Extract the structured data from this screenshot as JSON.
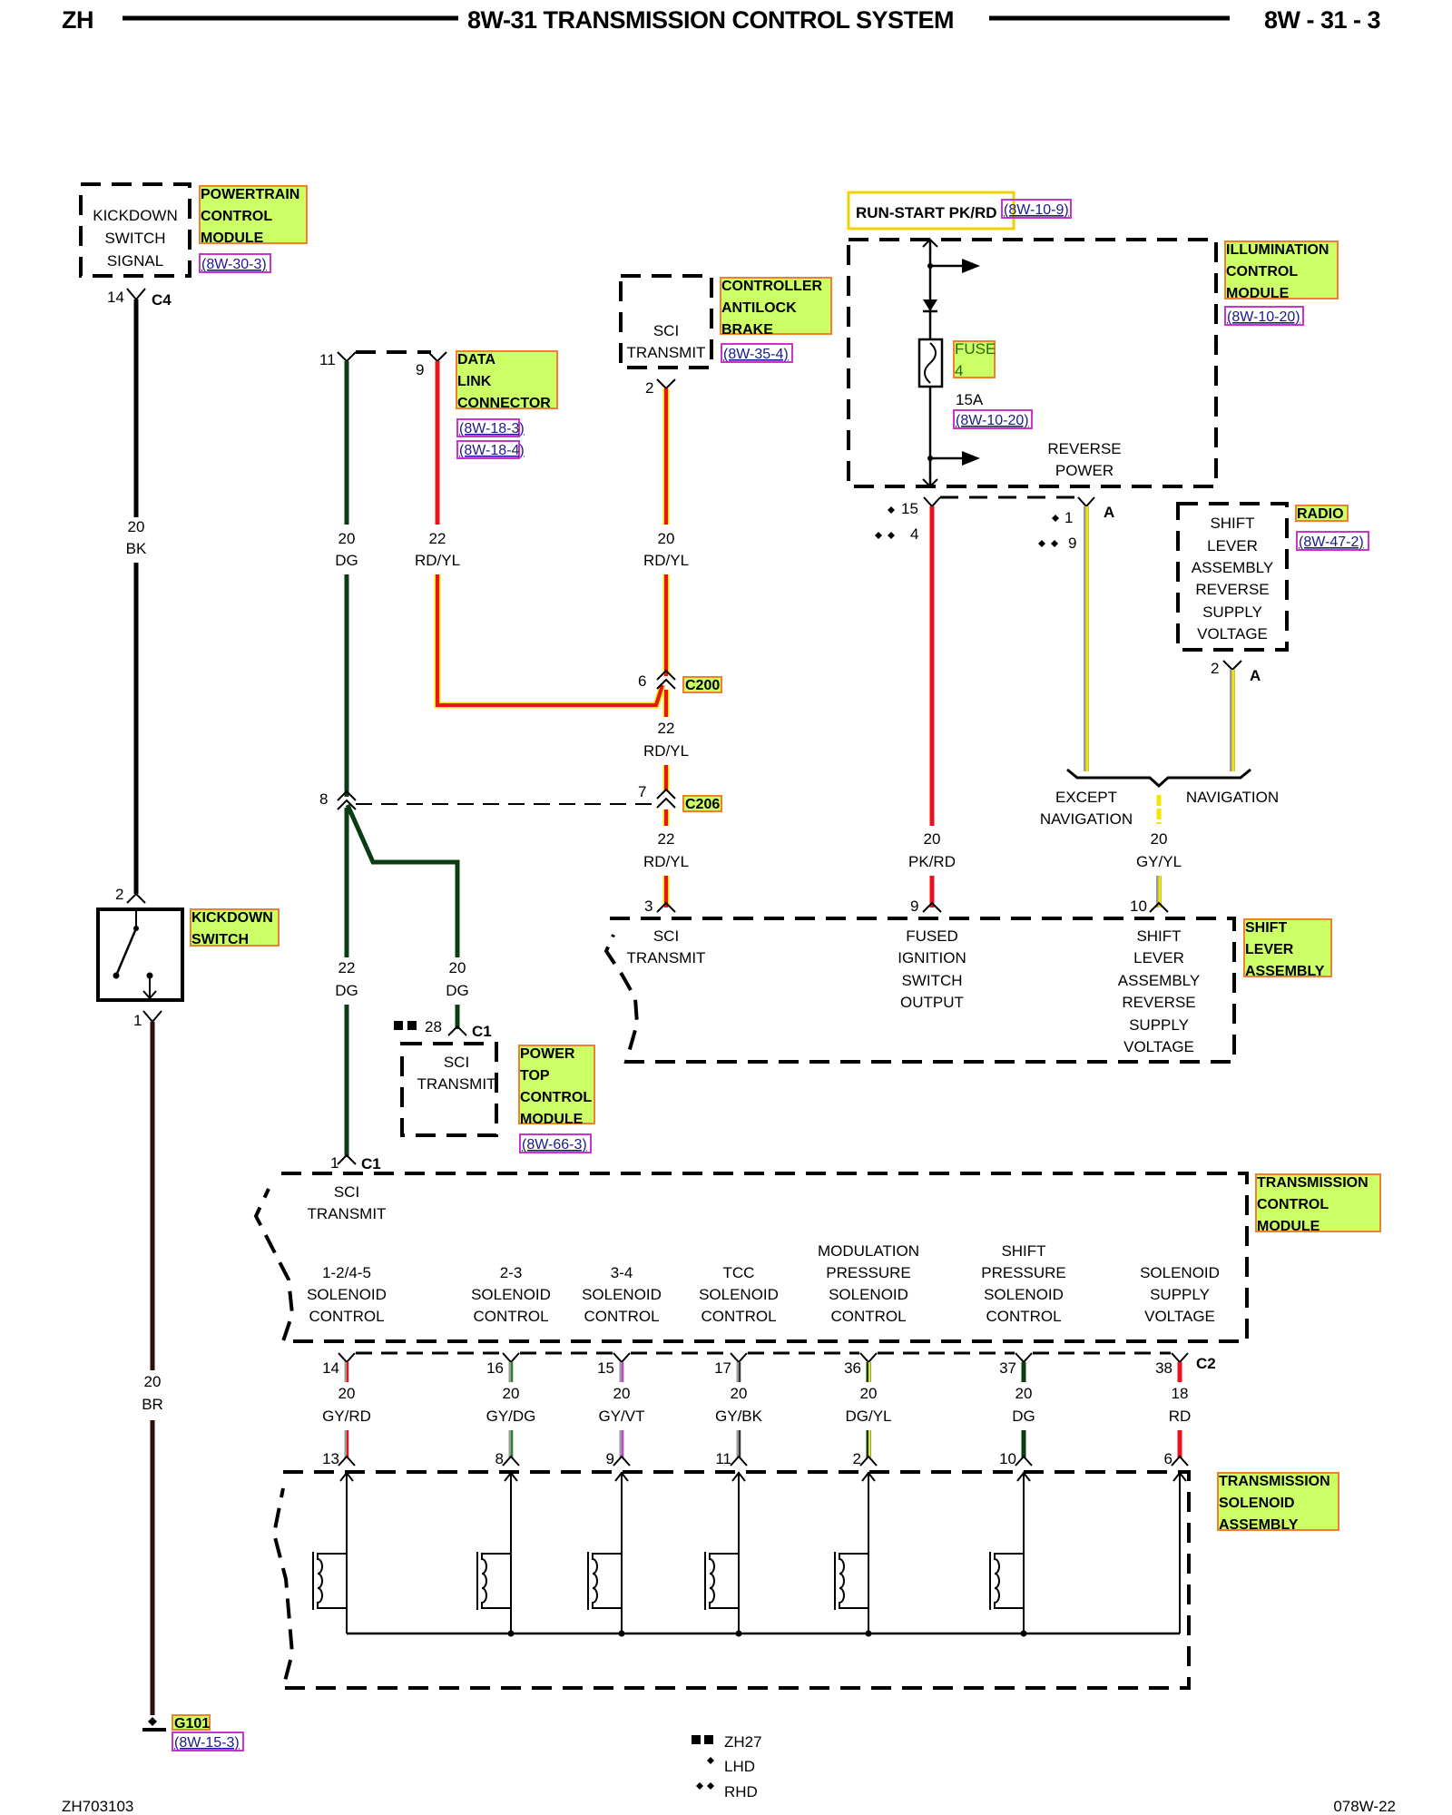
{
  "header": {
    "left": "ZH",
    "title": "8W-31 TRANSMISSION CONTROL SYSTEM",
    "page": "8W - 31 - 3"
  },
  "footer": {
    "left_code": "ZH703103",
    "right_code": "078W-22",
    "legend": [
      {
        "symbol": "double-square",
        "label": "ZH27"
      },
      {
        "symbol": "single-diamond",
        "label": "LHD"
      },
      {
        "symbol": "double-diamond",
        "label": "RHD"
      }
    ]
  },
  "colors": {
    "label_fill": "#ccff66",
    "label_border": "#f08030",
    "ref_border": "#cc33cc",
    "ref_text": "#1a1a8c",
    "run_start_border": "#f5d000",
    "wire_dg": "#0b3d12",
    "wire_rd": "#e8131b",
    "wire_yl": "#f2e600",
    "wire_vt": "#d040e0",
    "wire_gy": "#9a9a9a",
    "wire_br": "#2a1208"
  },
  "components": {
    "pcm": {
      "box": [
        "KICKDOWN",
        "SWITCH",
        "SIGNAL"
      ],
      "label": [
        "POWERTRAIN",
        "CONTROL",
        "MODULE"
      ],
      "ref": "(8W-30-3)",
      "pin": "14",
      "connector": "C4"
    },
    "dlc": {
      "label": [
        "DATA",
        "LINK",
        "CONNECTOR"
      ],
      "refs": [
        "(8W-18-3)",
        "(8W-18-4)"
      ],
      "pins": [
        "11",
        "9"
      ]
    },
    "cab": {
      "box": [
        "SCI",
        "TRANSMIT"
      ],
      "label": [
        "CONTROLLER",
        "ANTILOCK",
        "BRAKE"
      ],
      "ref": "(8W-35-4)",
      "pin": "2"
    },
    "run_start": {
      "label": "RUN-START PK/RD",
      "ref": "(8W-10-9)"
    },
    "icm": {
      "label": [
        "ILLUMINATION",
        "CONTROL",
        "MODULE"
      ],
      "ref": "(8W-10-20)",
      "fuse_label": [
        "FUSE",
        "4"
      ],
      "fuse_rating": "15A",
      "fuse_ref": "(8W-10-20)",
      "output": [
        "REVERSE",
        "POWER"
      ],
      "pins_lhd": "15",
      "pins_rhd": "4",
      "pin_a_lhd": "1",
      "pin_a_rhd": "9",
      "connector_a": "A"
    },
    "radio": {
      "box": [
        "SHIFT",
        "LEVER",
        "ASSEMBLY",
        "REVERSE",
        "SUPPLY",
        "VOLTAGE"
      ],
      "label": "RADIO",
      "ref": "(8W-47-2)",
      "pin": "2",
      "connector": "A"
    },
    "nav_split": {
      "except": [
        "EXCEPT",
        "NAVIGATION"
      ],
      "nav": "NAVIGATION"
    },
    "kickdown_switch": {
      "label": [
        "KICKDOWN",
        "SWITCH"
      ],
      "pin_top": "2",
      "pin_bottom": "1"
    },
    "c200": {
      "label": "C200",
      "pin": "6"
    },
    "c206": {
      "label": "C206",
      "pin_left": "8",
      "pin_right": "7"
    },
    "ptcm": {
      "box": [
        "SCI",
        "TRANSMIT"
      ],
      "label": [
        "POWER",
        "TOP",
        "CONTROL",
        "MODULE"
      ],
      "ref": "(8W-66-3)",
      "pin": "28",
      "connector": "C1"
    },
    "sla": {
      "label": [
        "SHIFT",
        "LEVER",
        "ASSEMBLY"
      ],
      "pins": [
        {
          "pin": "3",
          "text": [
            "SCI",
            "TRANSMIT"
          ]
        },
        {
          "pin": "9",
          "text": [
            "FUSED",
            "IGNITION",
            "SWITCH",
            "OUTPUT"
          ]
        },
        {
          "pin": "10",
          "text": [
            "SHIFT",
            "LEVER",
            "ASSEMBLY",
            "REVERSE",
            "SUPPLY",
            "VOLTAGE"
          ]
        }
      ]
    },
    "tcm": {
      "label": [
        "TRANSMISSION",
        "CONTROL",
        "MODULE"
      ],
      "sci_pin": "1",
      "sci_connector": "C1",
      "sci_text": [
        "SCI",
        "TRANSMIT"
      ],
      "c2": "C2",
      "circuits": [
        {
          "tcm_pin": "14",
          "gauge": "20",
          "color": "GY/RD",
          "sol_pin": "13",
          "text": [
            "1-2/4-5",
            "SOLENOID",
            "CONTROL"
          ]
        },
        {
          "tcm_pin": "16",
          "gauge": "20",
          "color": "GY/DG",
          "sol_pin": "8",
          "text": [
            "2-3",
            "SOLENOID",
            "CONTROL"
          ]
        },
        {
          "tcm_pin": "15",
          "gauge": "20",
          "color": "GY/VT",
          "sol_pin": "9",
          "text": [
            "3-4",
            "SOLENOID",
            "CONTROL"
          ]
        },
        {
          "tcm_pin": "17",
          "gauge": "20",
          "color": "GY/BK",
          "sol_pin": "11",
          "text": [
            "TCC",
            "SOLENOID",
            "CONTROL"
          ]
        },
        {
          "tcm_pin": "36",
          "gauge": "20",
          "color": "DG/YL",
          "sol_pin": "2",
          "text": [
            "MODULATION",
            "PRESSURE",
            "SOLENOID",
            "CONTROL"
          ]
        },
        {
          "tcm_pin": "37",
          "gauge": "20",
          "color": "DG",
          "sol_pin": "10",
          "text": [
            "SHIFT",
            "PRESSURE",
            "SOLENOID",
            "CONTROL"
          ]
        },
        {
          "tcm_pin": "38",
          "gauge": "18",
          "color": "RD",
          "sol_pin": "6",
          "text": [
            "SOLENOID",
            "SUPPLY",
            "VOLTAGE"
          ]
        }
      ]
    },
    "tsa": {
      "label": [
        "TRANSMISSION",
        "SOLENOID",
        "ASSEMBLY"
      ]
    },
    "ground": {
      "label": "G101",
      "ref": "(8W-15-3)"
    }
  },
  "wires": {
    "kd_signal": {
      "gauge": "20",
      "color": "BK"
    },
    "kd_ground": {
      "gauge": "20",
      "color": "BR"
    },
    "dlc_dg": {
      "gauge": "20",
      "color": "DG"
    },
    "dlc_rdyl": {
      "gauge": "22",
      "color": "RD/YL"
    },
    "cab_rdyl": {
      "gauge": "20",
      "color": "RD/YL"
    },
    "c200_rdyl": {
      "gauge": "22",
      "color": "RD/YL"
    },
    "c206_rdyl": {
      "gauge": "22",
      "color": "RD/YL"
    },
    "tcm_dg": {
      "gauge": "22",
      "color": "DG"
    },
    "ptcm_dg": {
      "gauge": "20",
      "color": "DG"
    },
    "ign": {
      "gauge": "20",
      "color": "PK/RD"
    },
    "rev": {
      "gauge": "20",
      "color": "GY/YL"
    }
  }
}
